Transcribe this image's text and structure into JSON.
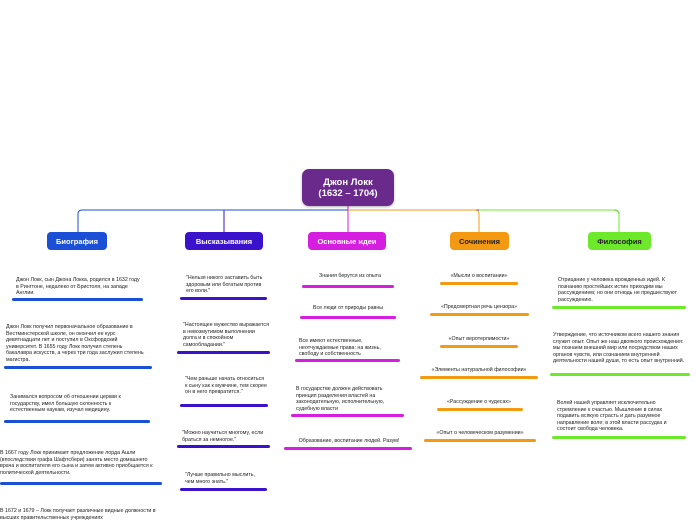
{
  "root": {
    "title": "Джон Локк",
    "subtitle": "(1632 – 1704)",
    "color": "#6a2a8c"
  },
  "branches": [
    {
      "label": "Биография",
      "color": "#1a4fd6",
      "items": [
        "Джон Локк, сын Джона Локка, родился в 1632 году в Рингтоне, недалеко от Бристоля, на западе Англии.",
        "Джон Локк получил первоначальное образование в Вестминстерской школе, он окончил ее курс девятнадцати лет и поступил в Оксфордский университет. В 1655 году Локк получил степень бакалавра искусств, а через три года заслужил степень магистра.",
        "Занимался вопросом об отношении церкви к государству, имел большую склонность к естественным наукам, изучал медицину.",
        "В 1667 году Локк принимает предложение лорда Ашли (впоследствии графа Шафтсбери) занять место домашнего врача и воспитателя его сына и затем активно приобщается к политической деятельности.",
        "В 1672 и 1679 – Локк получает различные видные должности в высших правительственных учреждениях"
      ]
    },
    {
      "label": "Высказывания",
      "color": "#3a12cc",
      "items": [
        "\"Нельзя никого заставить быть здоровым или богатым против его воли.\"",
        "\"Настоящее мужество выражается в невозмутимом выполнении долга и в спокойном самообладании.\"",
        "\"Чем раньше начать относиться к сыну как к мужчине, тем скорее он в него превратится.\"",
        "\"Можно научиться многому, если браться за немногое.\"",
        "\"Лучше правильно мыслить, чем много знать.\""
      ]
    },
    {
      "label": "Основные идеи",
      "color": "#d61ee0",
      "items": [
        "Знания берутся из опыта",
        "Все люди от природы равны",
        "Все имеют естественные, неотчуждаемые права: на жизнь, свободу и собственность",
        "В государстве должен действовать принцип разделения властей на законодательную, исполнительную, судебную власти",
        "Образование, воспитание людей. Разум!"
      ]
    },
    {
      "label": "Сочинения",
      "color": "#f39a12",
      "items": [
        "«Мысли о воспитании»",
        "«Предсмертная речь цензора»",
        "«Опыт веротерпимости»",
        "«Элементы натуральной философии»",
        "«Рассуждение о чудесах»",
        "«Опыт о человеческом разумении»"
      ]
    },
    {
      "label": "Философия",
      "color": "#6ee82a",
      "items": [
        "Отрицание у человека врожденных идей. К познанию простейших истин приходим мы рассуждением; но они отнюдь не предшествуют рассуждению.",
        "Утверждение, что источником всего нашего знания служит опыт. Опыт же наш двоякого происхождения: мы познаем внешний мир или посредством наших органов чувств, или сознанием внутренней деятельности нашей души, то есть опыт внутренний.",
        "Волей нашей управляет исключительно стремление к счастью. Мышление в силах подавить всякую страсть и дать разумное направление воле; в этой власти рассудка и состоит свобода человека."
      ]
    }
  ]
}
